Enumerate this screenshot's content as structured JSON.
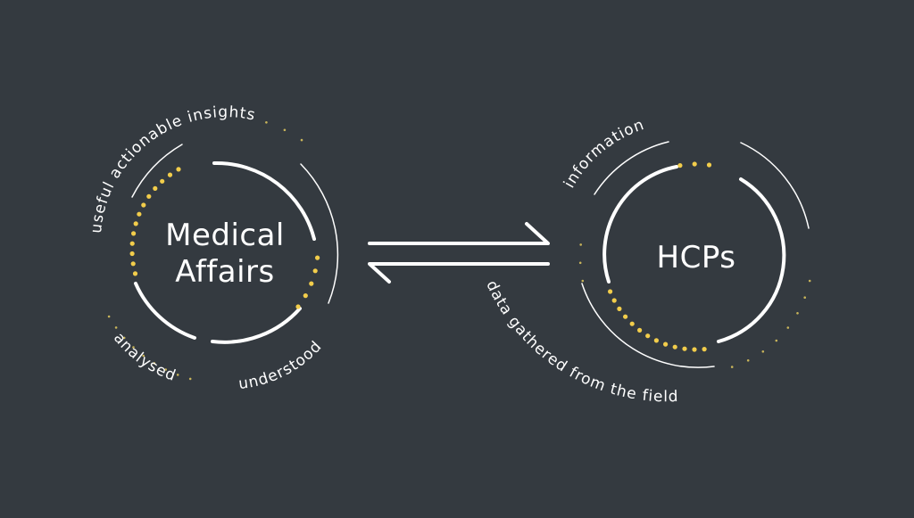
{
  "left_node": {
    "title_line1": "Medical",
    "title_line2": "Affairs",
    "labels": {
      "top": "useful actionable insights",
      "bottom_left": "analysed",
      "bottom_right": "understood"
    }
  },
  "right_node": {
    "title": "HCPs",
    "labels": {
      "top": "information",
      "bottom": "data gathered from the field"
    }
  },
  "colors": {
    "background": "#343a40",
    "line": "#ffffff",
    "accent_dots": "#f2cd4b",
    "faint_dots": "#c8b45a"
  }
}
